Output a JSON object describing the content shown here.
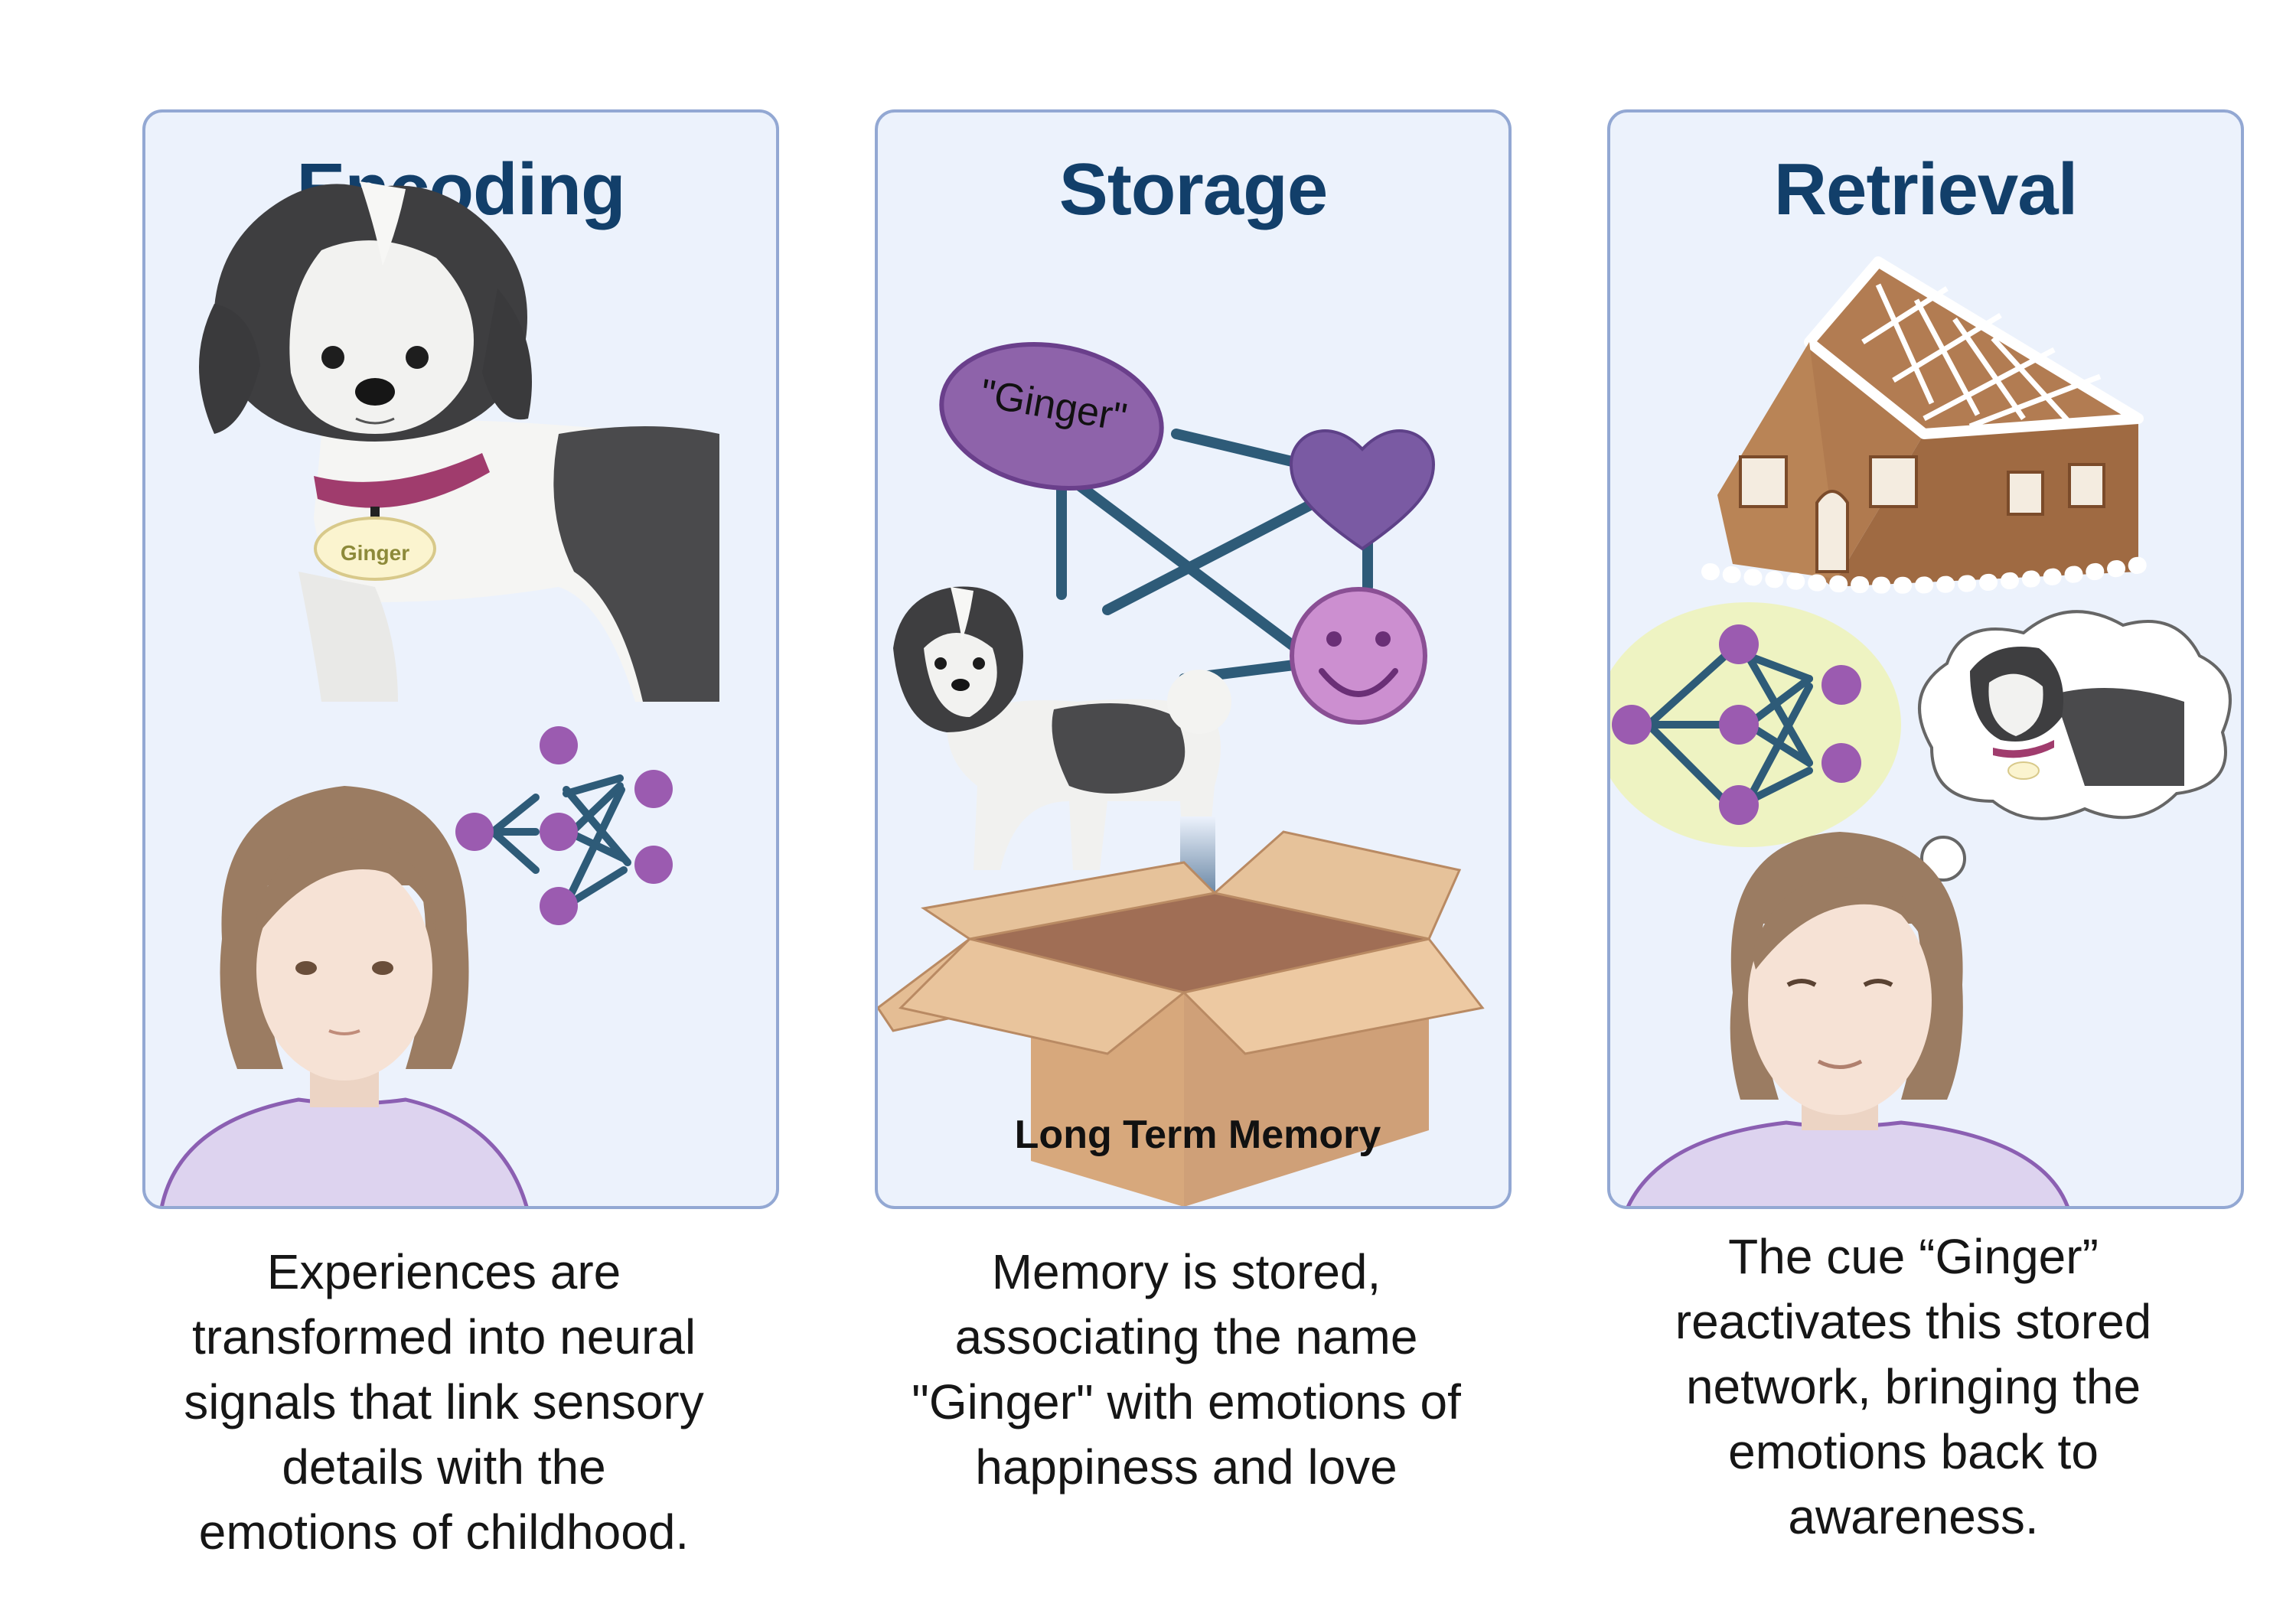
{
  "panels": [
    {
      "title": "Encoding",
      "collar_tag": "Ginger",
      "caption_lines": [
        "Experiences are",
        "transformed into neural",
        "signals that link sensory",
        "details with the",
        "emotions of childhood."
      ]
    },
    {
      "title": "Storage",
      "name_bubble": "\"Ginger\"",
      "box_label": "Long Term Memory",
      "caption_lines": [
        "Memory is stored,",
        "associating the name",
        "\"Ginger\" with emotions of",
        "happiness and love"
      ]
    },
    {
      "title": "Retrieval",
      "caption_lines": [
        "The cue “Ginger”",
        "reactivates this stored",
        "network, bringing the",
        "emotions back to",
        "awareness."
      ]
    }
  ],
  "icons": [
    "dog-icon",
    "girl-icon",
    "neural-network-icon",
    "heart-icon",
    "smiley-icon",
    "cardboard-box-icon",
    "down-arrow-icon",
    "gingerbread-house-icon",
    "woman-icon",
    "thought-bubble-icon"
  ],
  "colors": {
    "panel_bg": "#ecf2fc",
    "panel_border": "#93a8d3",
    "title": "#123f6a",
    "node": "#9b5bb0",
    "edge": "#2e5b78",
    "bubble": "#8e63aa",
    "heart": "#7a5aa3",
    "smiley": "#cc8fd0",
    "box": "#d9ab7d",
    "glow": "#eef3c2"
  }
}
